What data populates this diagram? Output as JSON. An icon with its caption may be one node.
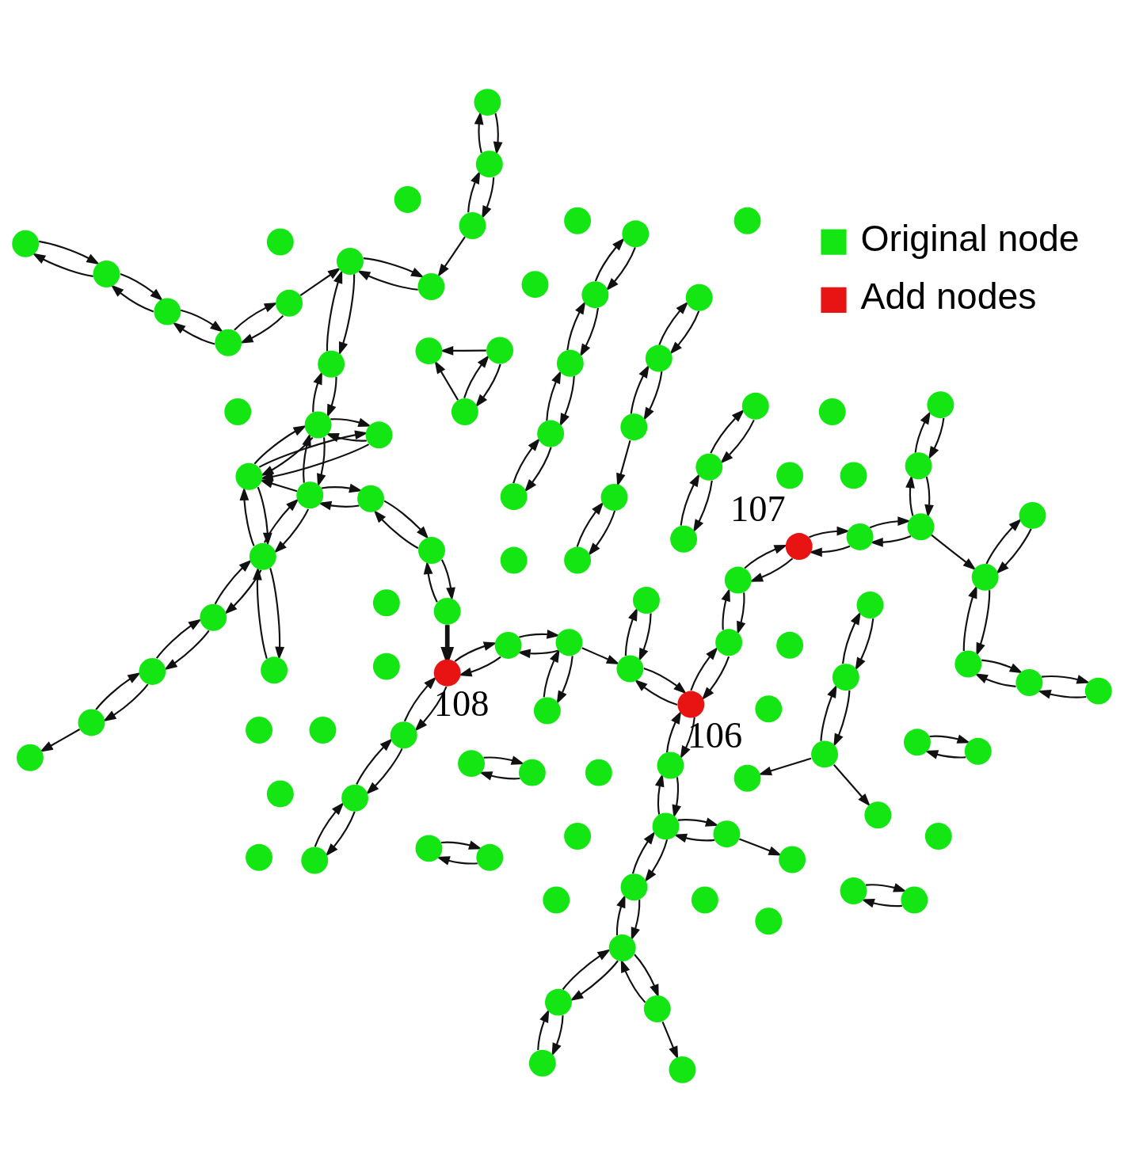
{
  "diagram": {
    "nodes": [
      {
        "text": [],
        "shape": "circle"
      },
      {
        "text": [],
        "shape": "circle"
      },
      {
        "text": [],
        "shape": "circle"
      },
      {
        "text": [],
        "shape": "circle"
      },
      {
        "text": [],
        "shape": "circle"
      },
      {
        "text": [],
        "shape": "circle"
      },
      {
        "text": [],
        "shape": "circle"
      },
      {
        "text": [],
        "shape": "circle"
      },
      {
        "text": [],
        "shape": "circle"
      },
      {
        "text": [],
        "shape": "circle"
      },
      {
        "text": [],
        "shape": "circle"
      },
      {
        "text": [],
        "shape": "circle"
      },
      {
        "text": [],
        "shape": "circle"
      },
      {
        "text": [],
        "shape": "circle"
      },
      {
        "text": [],
        "shape": "circle"
      },
      {
        "text": [],
        "shape": "circle"
      },
      {
        "text": [],
        "shape": "circle"
      },
      {
        "text": [],
        "shape": "circle"
      },
      {
        "text": [],
        "shape": "circle"
      },
      {
        "text": [],
        "shape": "circle"
      },
      {
        "text": [],
        "shape": "circle"
      },
      {
        "text": [],
        "shape": "circle"
      },
      {
        "text": [],
        "shape": "circle"
      },
      {
        "text": [],
        "shape": "circle"
      },
      {
        "text": [],
        "shape": "circle"
      },
      {
        "text": [],
        "shape": "circle"
      },
      {
        "text": [],
        "shape": "circle"
      },
      {
        "text": [],
        "shape": "circle",
        "beside": [
          "108"
        ]
      },
      {
        "text": [],
        "shape": "circle"
      },
      {
        "text": [],
        "shape": "circle"
      },
      {
        "text": [],
        "shape": "circle"
      },
      {
        "text": [],
        "shape": "circle"
      },
      {
        "text": [],
        "shape": "circle"
      },
      {
        "text": [],
        "shape": "circle"
      },
      {
        "text": [],
        "shape": "circle"
      },
      {
        "text": [],
        "shape": "circle"
      },
      {
        "text": [],
        "shape": "circle"
      },
      {
        "text": [],
        "shape": "circle"
      },
      {
        "text": [],
        "shape": "circle"
      },
      {
        "text": [],
        "shape": "circle"
      },
      {
        "text": [],
        "shape": "circle"
      },
      {
        "text": [],
        "shape": "circle"
      },
      {
        "text": [],
        "shape": "circle",
        "beside": [
          "106"
        ]
      },
      {
        "text": [],
        "shape": "circle"
      },
      {
        "text": [],
        "shape": "circle"
      },
      {
        "text": [],
        "shape": "circle"
      },
      {
        "text": [],
        "shape": "circle"
      },
      {
        "text": [],
        "shape": "circle"
      },
      {
        "text": [],
        "shape": "circle"
      },
      {
        "text": [],
        "shape": "circle"
      },
      {
        "text": [],
        "shape": "circle"
      },
      {
        "text": [],
        "shape": "circle"
      },
      {
        "text": [],
        "shape": "circle"
      },
      {
        "text": [],
        "shape": "circle"
      },
      {
        "text": [],
        "shape": "circle"
      },
      {
        "text": [],
        "shape": "circle"
      },
      {
        "text": [],
        "shape": "circle"
      },
      {
        "text": [],
        "shape": "circle"
      },
      {
        "text": [],
        "shape": "circle"
      },
      {
        "text": [],
        "shape": "circle"
      },
      {
        "text": [],
        "shape": "circle"
      },
      {
        "text": [],
        "shape": "circle"
      },
      {
        "text": [],
        "shape": "circle",
        "beside": [
          "107"
        ]
      },
      {
        "text": [],
        "shape": "circle"
      },
      {
        "text": [],
        "shape": "circle"
      },
      {
        "text": [],
        "shape": "circle"
      },
      {
        "text": [],
        "shape": "circle"
      },
      {
        "text": [],
        "shape": "circle"
      },
      {
        "text": [],
        "shape": "circle"
      },
      {
        "text": [],
        "shape": "circle"
      },
      {
        "text": [],
        "shape": "circle"
      },
      {
        "text": [],
        "shape": "circle"
      },
      {
        "text": [],
        "shape": "circle"
      },
      {
        "text": [],
        "shape": "circle"
      },
      {
        "text": [],
        "shape": "circle"
      },
      {
        "text": [],
        "shape": "circle"
      },
      {
        "text": [],
        "shape": "circle"
      },
      {
        "text": [],
        "shape": "circle"
      },
      {
        "text": [],
        "shape": "circle"
      },
      {
        "text": [],
        "shape": "circle"
      },
      {
        "text": [],
        "shape": "circle"
      },
      {
        "text": [],
        "shape": "circle"
      },
      {
        "text": [],
        "shape": "circle"
      },
      {
        "text": [],
        "shape": "circle"
      },
      {
        "text": [],
        "shape": "circle"
      },
      {
        "text": [],
        "shape": "circle"
      },
      {
        "text": [],
        "shape": "circle"
      },
      {
        "text": [],
        "shape": "circle"
      },
      {
        "text": [],
        "shape": "circle"
      },
      {
        "text": [],
        "shape": "circle"
      },
      {
        "text": [],
        "shape": "circle"
      },
      {
        "text": [],
        "shape": "circle"
      },
      {
        "text": [],
        "shape": "circle"
      },
      {
        "text": [],
        "shape": "circle"
      },
      {
        "text": [],
        "shape": "circle"
      },
      {
        "text": [],
        "shape": "circle"
      },
      {
        "text": [],
        "shape": "circle"
      },
      {
        "text": [],
        "shape": "circle"
      },
      {
        "text": [],
        "shape": "circle"
      },
      {
        "text": [],
        "shape": "circle"
      },
      {
        "text": [],
        "shape": "circle"
      },
      {
        "text": [],
        "shape": "circle"
      },
      {
        "text": [],
        "shape": "circle"
      },
      {
        "text": [],
        "shape": "circle"
      },
      {
        "text": [],
        "shape": "circle"
      },
      {
        "text": [],
        "shape": "circle"
      },
      {
        "text": [],
        "shape": "circle"
      },
      {
        "text": [],
        "shape": "circle"
      },
      {
        "text": [],
        "shape": "circle"
      }
    ],
    "edges": [
      {
        "from": 0,
        "to": 1,
        "arrow": "to"
      },
      {
        "from": 1,
        "to": 0,
        "arrow": "to"
      },
      {
        "from": 7,
        "to": 8,
        "arrow": "to"
      },
      {
        "from": 8,
        "to": 7,
        "arrow": "to"
      },
      {
        "from": 7,
        "to": 12,
        "arrow": "to"
      },
      {
        "from": 12,
        "to": 7,
        "arrow": "to"
      },
      {
        "from": 11,
        "to": 6,
        "arrow": "to"
      },
      {
        "from": 11,
        "to": 16,
        "arrow": "to"
      },
      {
        "from": 16,
        "to": 11,
        "arrow": "to"
      },
      {
        "from": 16,
        "to": 25,
        "arrow": "to"
      },
      {
        "from": 25,
        "to": 16,
        "arrow": "to"
      },
      {
        "from": 25,
        "to": 33,
        "arrow": "to"
      },
      {
        "from": 33,
        "to": 25,
        "arrow": "to"
      },
      {
        "from": 26,
        "to": 33,
        "arrow": "to"
      },
      {
        "from": 33,
        "to": 26,
        "arrow": "to"
      },
      {
        "from": 33,
        "to": 38,
        "arrow": "to"
      },
      {
        "from": 38,
        "to": 33,
        "arrow": "to"
      },
      {
        "from": 33,
        "to": 40,
        "arrow": "to"
      },
      {
        "from": 40,
        "to": 33,
        "arrow": "to"
      },
      {
        "from": 40,
        "to": 38,
        "arrow": "to"
      },
      {
        "from": 40,
        "to": 34,
        "arrow": "to"
      },
      {
        "from": 34,
        "to": 40,
        "arrow": "to"
      },
      {
        "from": 34,
        "to": 29,
        "arrow": "to"
      },
      {
        "from": 29,
        "to": 34,
        "arrow": "to"
      },
      {
        "from": 29,
        "to": 22,
        "arrow": "to"
      },
      {
        "from": 22,
        "to": 29,
        "arrow": "to"
      },
      {
        "from": 22,
        "to": 27,
        "arrow": "to",
        "style": "thick"
      },
      {
        "from": 27,
        "to": 19,
        "arrow": "to"
      },
      {
        "from": 19,
        "to": 27,
        "arrow": "to"
      },
      {
        "from": 19,
        "to": 14,
        "arrow": "to"
      },
      {
        "from": 14,
        "to": 19,
        "arrow": "to"
      },
      {
        "from": 14,
        "to": 10,
        "arrow": "to"
      },
      {
        "from": 10,
        "to": 14,
        "arrow": "to"
      },
      {
        "from": 27,
        "to": 24,
        "arrow": "to"
      },
      {
        "from": 24,
        "to": 27,
        "arrow": "to"
      },
      {
        "from": 24,
        "to": 30,
        "arrow": "to"
      },
      {
        "from": 30,
        "to": 24,
        "arrow": "to"
      },
      {
        "from": 30,
        "to": 20,
        "arrow": "to"
      },
      {
        "from": 20,
        "to": 30,
        "arrow": "to"
      },
      {
        "from": 30,
        "to": 37,
        "arrow": "to"
      },
      {
        "from": 37,
        "to": 44,
        "arrow": "to"
      },
      {
        "from": 44,
        "to": 37,
        "arrow": "to"
      },
      {
        "from": 37,
        "to": 42,
        "arrow": "to"
      },
      {
        "from": 42,
        "to": 37,
        "arrow": "to"
      },
      {
        "from": 42,
        "to": 41,
        "arrow": "to"
      },
      {
        "from": 41,
        "to": 42,
        "arrow": "to"
      },
      {
        "from": 41,
        "to": 39,
        "arrow": "to"
      },
      {
        "from": 39,
        "to": 41,
        "arrow": "to"
      },
      {
        "from": 42,
        "to": 49,
        "arrow": "to"
      },
      {
        "from": 49,
        "to": 42,
        "arrow": "to"
      },
      {
        "from": 49,
        "to": 57,
        "arrow": "to"
      },
      {
        "from": 57,
        "to": 49,
        "arrow": "to"
      },
      {
        "from": 57,
        "to": 62,
        "arrow": "to"
      },
      {
        "from": 62,
        "to": 57,
        "arrow": "to"
      },
      {
        "from": 62,
        "to": 68,
        "arrow": "to"
      },
      {
        "from": 68,
        "to": 62,
        "arrow": "to"
      },
      {
        "from": 68,
        "to": 76,
        "arrow": "to"
      },
      {
        "from": 76,
        "to": 68,
        "arrow": "to"
      },
      {
        "from": 76,
        "to": 75,
        "arrow": "to"
      },
      {
        "from": 76,
        "to": 86,
        "arrow": "to"
      },
      {
        "from": 86,
        "to": 76,
        "arrow": "to"
      },
      {
        "from": 86,
        "to": 94,
        "arrow": "to"
      },
      {
        "from": 94,
        "to": 86,
        "arrow": "to"
      },
      {
        "from": 67,
        "to": 75,
        "arrow": "to"
      },
      {
        "from": 75,
        "to": 67,
        "arrow": "to"
      },
      {
        "from": 75,
        "to": 85,
        "arrow": "to"
      },
      {
        "from": 85,
        "to": 75,
        "arrow": "to"
      },
      {
        "from": 85,
        "to": 93,
        "arrow": "to"
      },
      {
        "from": 93,
        "to": 85,
        "arrow": "to"
      },
      {
        "from": 93,
        "to": 100,
        "arrow": "to"
      },
      {
        "from": 100,
        "to": 93,
        "arrow": "to"
      },
      {
        "from": 90,
        "to": 88,
        "arrow": "to"
      },
      {
        "from": 97,
        "to": 88,
        "arrow": "to"
      },
      {
        "from": 97,
        "to": 90,
        "arrow": "to"
      },
      {
        "from": 90,
        "to": 97,
        "arrow": "to"
      },
      {
        "from": 66,
        "to": 74,
        "arrow": "to"
      },
      {
        "from": 74,
        "to": 66,
        "arrow": "to"
      },
      {
        "from": 66,
        "to": 63,
        "arrow": "to"
      },
      {
        "from": 63,
        "to": 66,
        "arrow": "to"
      },
      {
        "from": 63,
        "to": 52,
        "arrow": "to"
      },
      {
        "from": 63,
        "to": 59,
        "arrow": "to"
      },
      {
        "from": 79,
        "to": 87,
        "arrow": "to"
      },
      {
        "from": 87,
        "to": 79,
        "arrow": "to"
      },
      {
        "from": 13,
        "to": 17,
        "arrow": "to"
      },
      {
        "from": 17,
        "to": 13,
        "arrow": "to"
      },
      {
        "from": 17,
        "to": 23,
        "arrow": "to"
      },
      {
        "from": 23,
        "to": 17,
        "arrow": "to"
      },
      {
        "from": 23,
        "to": 21,
        "arrow": "to"
      },
      {
        "from": 21,
        "to": 23,
        "arrow": "to"
      },
      {
        "from": 21,
        "to": 32,
        "arrow": "to"
      },
      {
        "from": 23,
        "to": 31,
        "arrow": "to"
      },
      {
        "from": 31,
        "to": 23,
        "arrow": "to"
      },
      {
        "from": 31,
        "to": 39,
        "arrow": "to"
      },
      {
        "from": 39,
        "to": 31,
        "arrow": "to"
      },
      {
        "from": 39,
        "to": 50,
        "arrow": "to"
      },
      {
        "from": 50,
        "to": 39,
        "arrow": "to"
      },
      {
        "from": 50,
        "to": 53,
        "arrow": "to"
      },
      {
        "from": 18,
        "to": 28,
        "arrow": "to"
      },
      {
        "from": 28,
        "to": 18,
        "arrow": "to"
      },
      {
        "from": 28,
        "to": 36,
        "arrow": "to"
      },
      {
        "from": 36,
        "to": 28,
        "arrow": "to"
      },
      {
        "from": 36,
        "to": 46,
        "arrow": "to"
      },
      {
        "from": 46,
        "to": 36,
        "arrow": "to"
      },
      {
        "from": 46,
        "to": 55,
        "arrow": "to"
      },
      {
        "from": 55,
        "to": 46,
        "arrow": "to"
      },
      {
        "from": 55,
        "to": 61,
        "arrow": "to"
      },
      {
        "from": 38,
        "to": 47,
        "arrow": "to"
      },
      {
        "from": 47,
        "to": 38,
        "arrow": "to"
      },
      {
        "from": 47,
        "to": 48,
        "arrow": "to"
      },
      {
        "from": 48,
        "to": 47,
        "arrow": "to"
      },
      {
        "from": 38,
        "to": 48,
        "arrow": "to"
      },
      {
        "from": 48,
        "to": 38,
        "arrow": "to"
      },
      {
        "from": 48,
        "to": 40,
        "arrow": "to"
      },
      {
        "from": 40,
        "to": 48,
        "arrow": "to"
      },
      {
        "from": 48,
        "to": 56,
        "arrow": "to"
      },
      {
        "from": 56,
        "to": 48,
        "arrow": "to"
      },
      {
        "from": 56,
        "to": 61,
        "arrow": "to"
      },
      {
        "from": 61,
        "to": 56,
        "arrow": "to"
      },
      {
        "from": 61,
        "to": 70,
        "arrow": "to"
      },
      {
        "from": 70,
        "to": 61,
        "arrow": "to"
      },
      {
        "from": 78,
        "to": 70,
        "arrow": "to"
      },
      {
        "from": 78,
        "to": 89,
        "arrow": "to"
      },
      {
        "from": 89,
        "to": 78,
        "arrow": "to"
      },
      {
        "from": 89,
        "to": 98,
        "arrow": "to"
      },
      {
        "from": 98,
        "to": 89,
        "arrow": "to"
      },
      {
        "from": 45,
        "to": 51,
        "arrow": "to"
      },
      {
        "from": 51,
        "to": 45,
        "arrow": "to"
      },
      {
        "from": 60,
        "to": 51,
        "arrow": "to"
      },
      {
        "from": 60,
        "to": 71,
        "arrow": "to"
      },
      {
        "from": 71,
        "to": 60,
        "arrow": "to"
      },
      {
        "from": 71,
        "to": 80,
        "arrow": "to"
      },
      {
        "from": 80,
        "to": 71,
        "arrow": "to"
      },
      {
        "from": 92,
        "to": 99,
        "arrow": "to"
      },
      {
        "from": 99,
        "to": 92,
        "arrow": "to"
      },
      {
        "from": 65,
        "to": 73,
        "arrow": "to"
      },
      {
        "from": 73,
        "to": 65,
        "arrow": "to"
      },
      {
        "from": 73,
        "to": 83,
        "arrow": "to"
      },
      {
        "from": 83,
        "to": 73,
        "arrow": "to"
      },
      {
        "from": 83,
        "to": 91,
        "arrow": "to"
      },
      {
        "from": 91,
        "to": 83,
        "arrow": "to"
      },
      {
        "from": 91,
        "to": 96,
        "arrow": "to"
      },
      {
        "from": 96,
        "to": 91,
        "arrow": "to"
      },
      {
        "from": 106,
        "to": 107,
        "arrow": "to"
      },
      {
        "from": 107,
        "to": 106,
        "arrow": "to"
      }
    ],
    "legend": [
      {
        "text": "Original node",
        "color": "#14e614"
      },
      {
        "text": "Add nodes",
        "color": "#e81414"
      }
    ]
  }
}
